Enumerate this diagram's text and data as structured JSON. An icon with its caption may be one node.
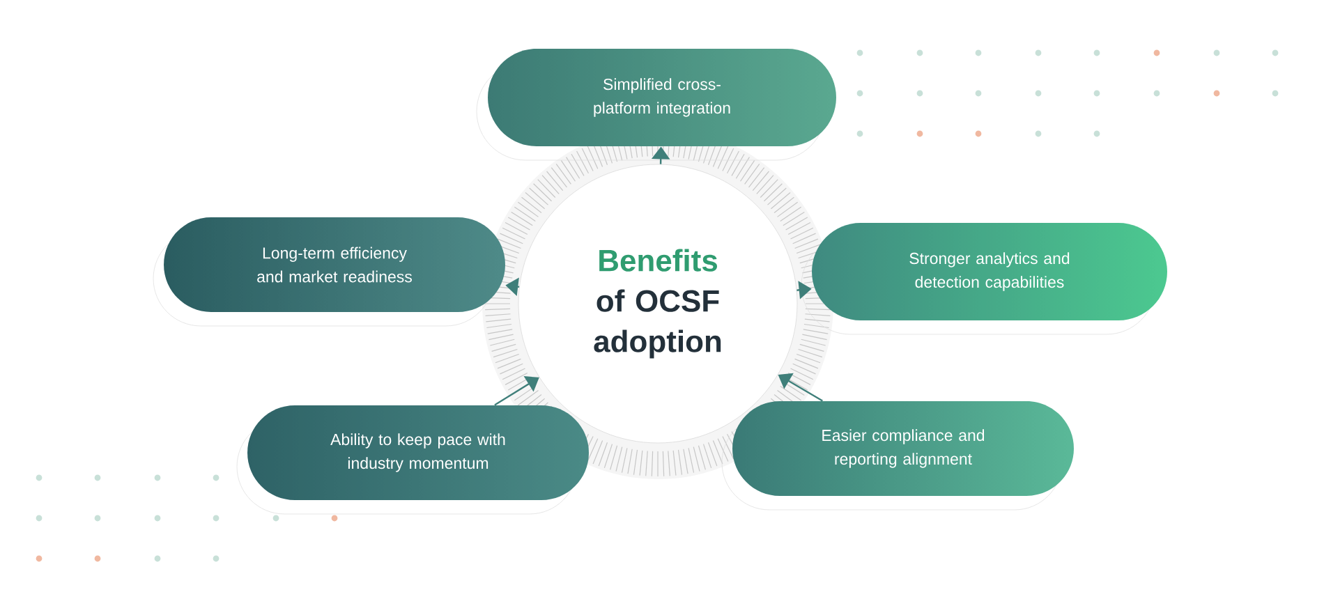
{
  "diagram": {
    "nodes": [
      {
        "text": [
          "Benefits",
          "of OCSF adoption"
        ]
      },
      {
        "text": [
          "Simplified cross-platform integration"
        ]
      },
      {
        "text": [
          "Long-term efficiency and market readiness"
        ]
      },
      {
        "text": [
          "Stronger analytics and detection capabilities"
        ]
      },
      {
        "text": [
          "Ability to keep pace with industry momentum"
        ]
      },
      {
        "text": [
          "Easier compliance and reporting alignment"
        ]
      }
    ],
    "edges": [
      {
        "from": 0,
        "to": 1,
        "arrow": "to"
      },
      {
        "from": 0,
        "to": 2,
        "arrow": "to"
      },
      {
        "from": 0,
        "to": 3,
        "arrow": "to"
      },
      {
        "from": 4,
        "to": 0,
        "arrow": "to"
      },
      {
        "from": 5,
        "to": 0,
        "arrow": "to"
      }
    ]
  }
}
